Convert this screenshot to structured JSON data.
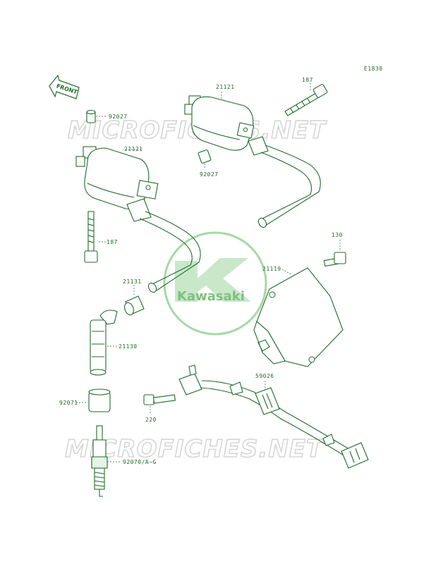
{
  "diagram_code": "E1830",
  "front_label": "FRONT",
  "watermark": {
    "text": "MICROFICHES.NET",
    "logo_text": "Kawasaki"
  },
  "labels": {
    "p92027_top": "92027",
    "p21121_left": "21121",
    "p187_left": "187",
    "p21121_top": "21121",
    "p187_top": "187",
    "p92027_mid": "92027",
    "p130": "130",
    "p21119": "21119",
    "p21131": "21131",
    "p21130": "21130",
    "p59026": "59026",
    "p92071": "92071",
    "p220": "220",
    "p92070": "92070/A~G"
  },
  "colors": {
    "line": "#1f6b2a",
    "watermark": "#d6d6d6",
    "logo": "#7ec07e"
  }
}
